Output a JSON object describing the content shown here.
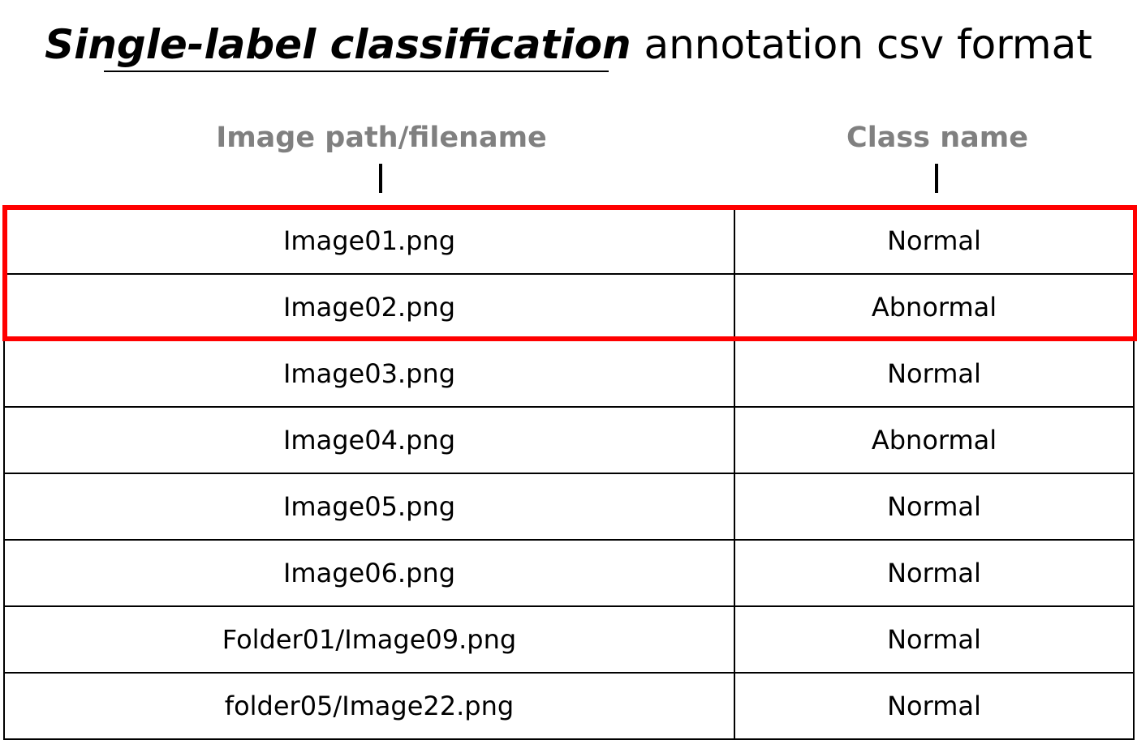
{
  "title": {
    "emphasized": "Single-label classification",
    "rest": "annotation csv format"
  },
  "columns": {
    "path_header": "Image path/filename",
    "class_header": "Class name"
  },
  "rows": [
    {
      "path": "Image01.png",
      "class": "Normal"
    },
    {
      "path": "Image02.png",
      "class": "Abnormal"
    },
    {
      "path": "Image03.png",
      "class": "Normal"
    },
    {
      "path": "Image04.png",
      "class": "Abnormal"
    },
    {
      "path": "Image05.png",
      "class": "Normal"
    },
    {
      "path": "Image06.png",
      "class": "Normal"
    },
    {
      "path": "Folder01/Image09.png",
      "class": "Normal"
    },
    {
      "path": "folder05/Image22.png",
      "class": "Normal"
    }
  ],
  "highlight": {
    "rows_highlighted": 2,
    "color": "#ff0000"
  },
  "colors": {
    "header_text": "#808080",
    "grid_lines": "#000000"
  }
}
